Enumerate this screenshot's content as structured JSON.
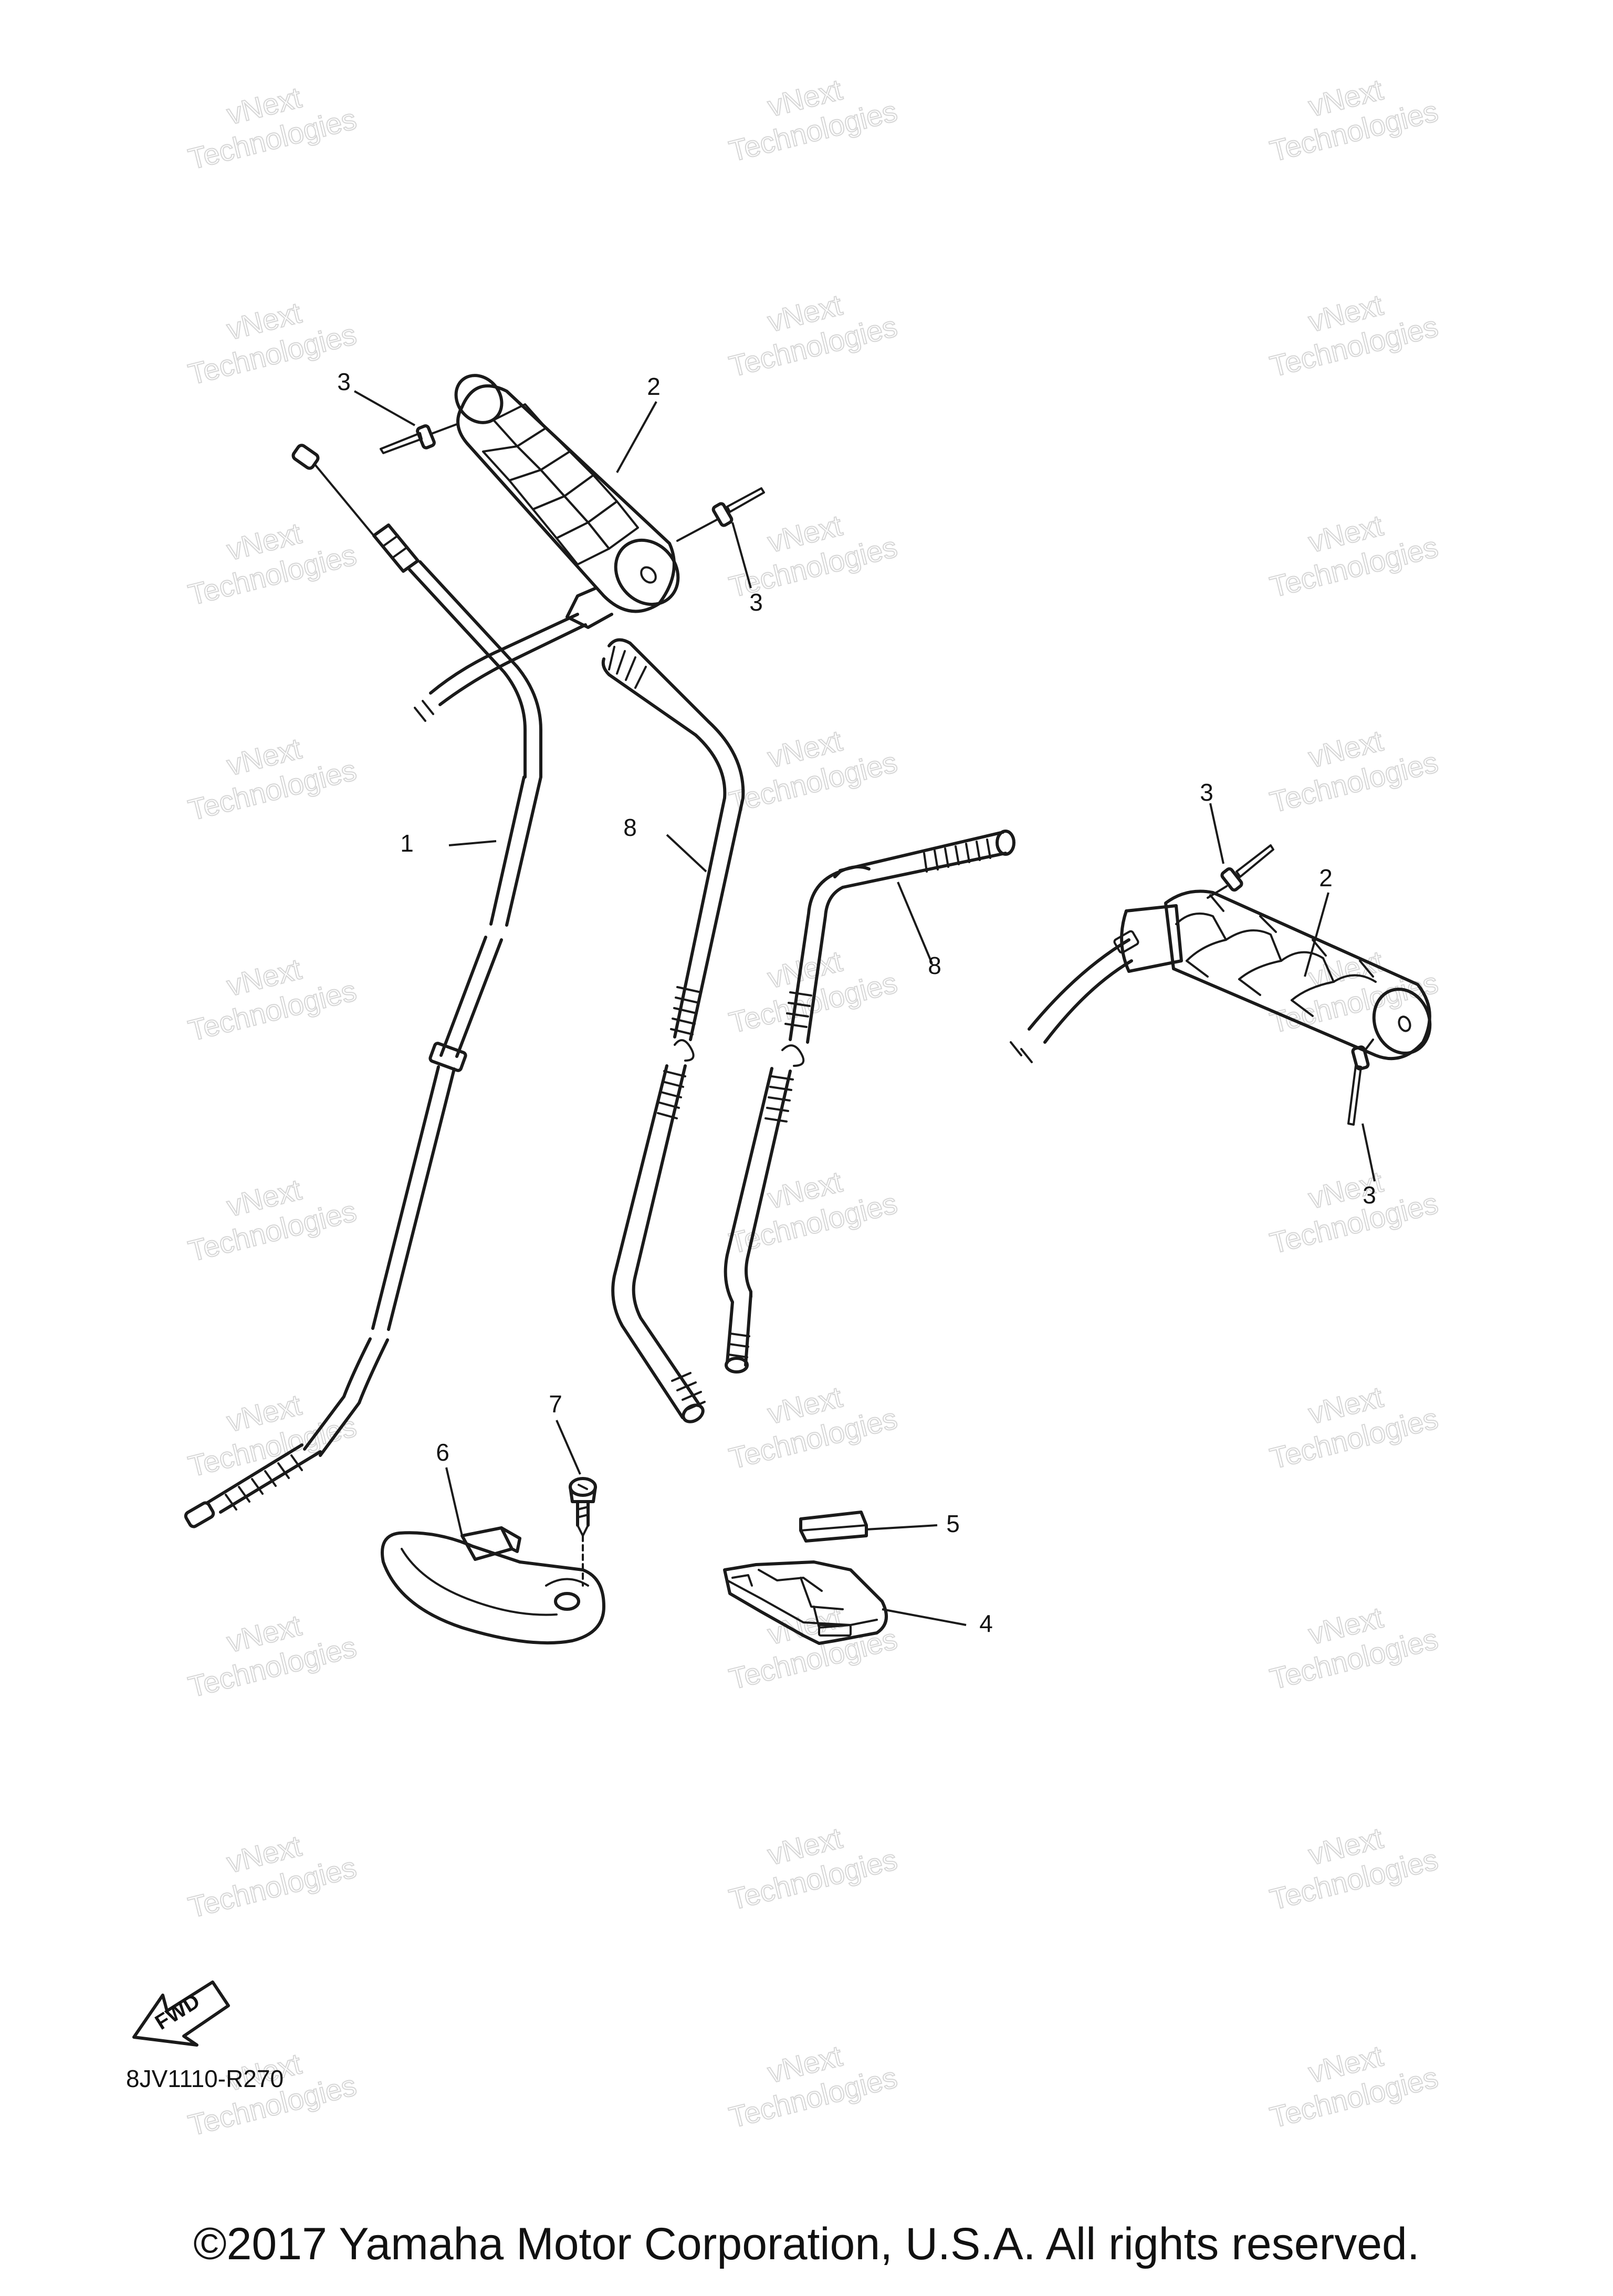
{
  "watermark": {
    "line1": "vNext",
    "line2": "Technologies"
  },
  "callouts": {
    "throttle_cable": "1",
    "grip_left": "2",
    "grip_right": "2",
    "rivet_a": "3",
    "rivet_b": "3",
    "rivet_c": "3",
    "rivet_d": "3",
    "holder": "4",
    "pad": "5",
    "cover": "6",
    "screw": "7",
    "handlebar_left": "8",
    "handlebar_right": "8"
  },
  "fwd_label": "FWD",
  "diagram_code": "8JV1110-R270",
  "copyright": "©2017 Yamaha Motor Corporation, U.S.A. All rights reserved.",
  "colors": {
    "ink": "#1a1a1a",
    "watermark": "#d6d6d6",
    "background": "#ffffff"
  }
}
